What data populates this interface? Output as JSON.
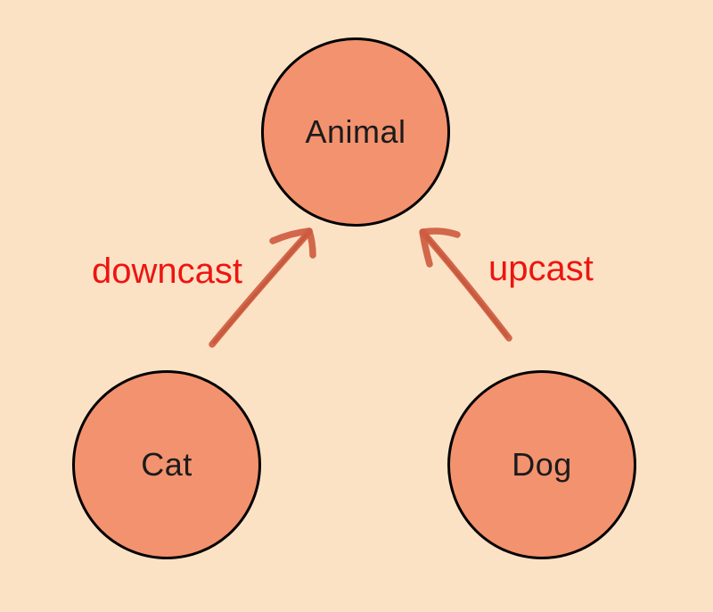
{
  "colors": {
    "background": "#FCE2C5",
    "node-fill": "#F3926E",
    "node-border": "#000000",
    "node-text": "#1B1B1B",
    "label-red": "#ED1510",
    "arrow": "#CE5C40",
    "arrow-dark": "#C04E33"
  },
  "nodes": [
    {
      "id": "animal",
      "label": "Animal"
    },
    {
      "id": "cat",
      "label": "Cat"
    },
    {
      "id": "dog",
      "label": "Dog"
    }
  ],
  "edges": [
    {
      "from": "cat",
      "to": "animal",
      "label": "downcast"
    },
    {
      "from": "dog",
      "to": "animal",
      "label": "upcast"
    }
  ]
}
